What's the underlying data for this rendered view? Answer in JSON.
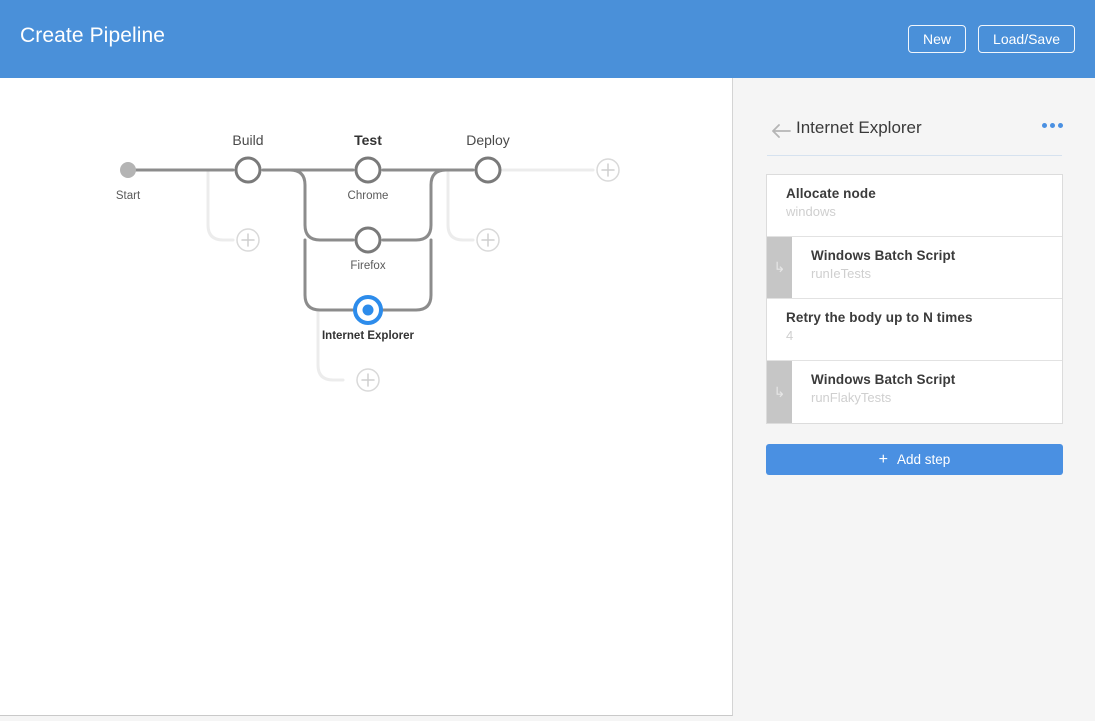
{
  "header": {
    "title": "Create Pipeline",
    "buttons": [
      {
        "label": "New",
        "name": "new-button"
      },
      {
        "label": "Load/Save",
        "name": "load-save-button"
      }
    ],
    "brand_color": "#4a90d9"
  },
  "canvas": {
    "start_label": "Start",
    "stages": [
      {
        "label": "Build",
        "selected": false
      },
      {
        "label": "Test",
        "selected": true
      },
      {
        "label": "Deploy",
        "selected": false
      }
    ],
    "test_branches": [
      {
        "label": "Chrome",
        "selected": false
      },
      {
        "label": "Firefox",
        "selected": false
      },
      {
        "label": "Internet Explorer",
        "selected": true
      }
    ],
    "add_buttons": [
      {
        "name": "add-parallel-branch-build"
      },
      {
        "name": "add-parallel-branch-test"
      },
      {
        "name": "add-parallel-branch-deploy"
      },
      {
        "name": "add-stage-after-deploy"
      }
    ],
    "line_color": "#8c8c8c",
    "ghost_line_color": "#ececec",
    "selected_color": "#2d8ceb"
  },
  "panel": {
    "title": "Internet Explorer",
    "back_icon": "arrow-left-icon",
    "menu_icon": "more-options-icon",
    "steps": [
      {
        "title": "Allocate node",
        "sub": "windows",
        "nested": false
      },
      {
        "title": "Windows Batch Script",
        "sub": "runIeTests",
        "nested": true
      },
      {
        "title": "Retry the body up to N times",
        "sub": "4",
        "nested": false
      },
      {
        "title": "Windows Batch Script",
        "sub": "runFlakyTests",
        "nested": true
      }
    ],
    "add_step_label": "Add step",
    "nested_icon": "nested-arrow-icon"
  }
}
